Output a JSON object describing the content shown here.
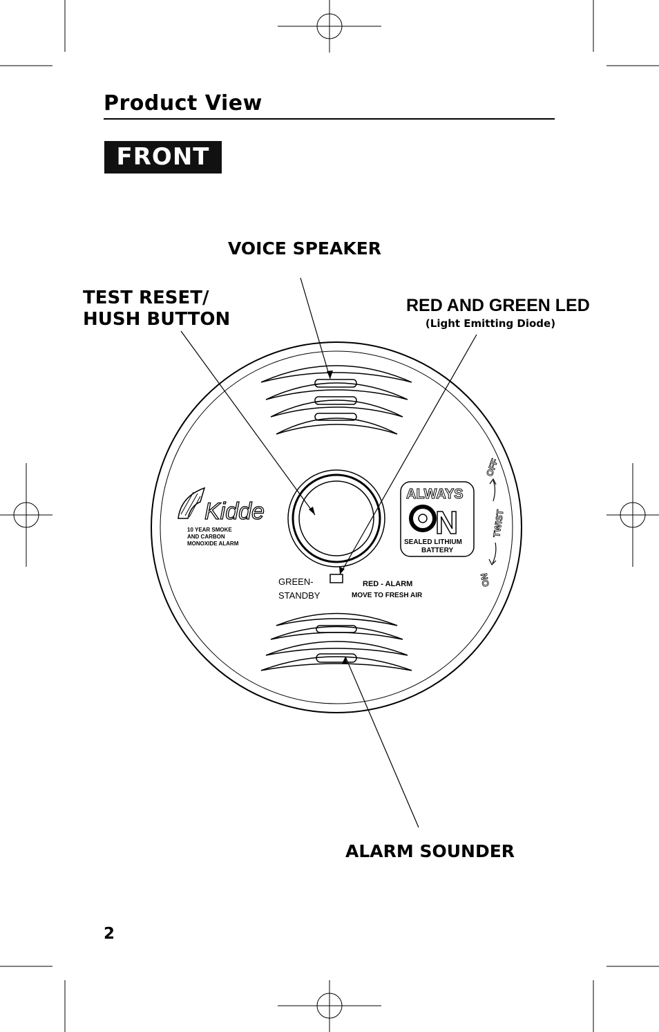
{
  "page": {
    "title": "Product View",
    "badge": "FRONT",
    "page_number": "2"
  },
  "callouts": {
    "voice_speaker": "VOICE SPEAKER",
    "test_reset_line1": "TEST RESET/",
    "test_reset_line2": "HUSH BUTTON",
    "led_title": "RED AND GREEN LED",
    "led_subtitle": "(Light Emitting Diode)",
    "alarm_sounder": "ALARM SOUNDER"
  },
  "device": {
    "brand": "Kidde",
    "model_line1": "10 YEAR SMOKE",
    "model_line2": "AND CARBON",
    "model_line3": "MONOXIDE ALARM",
    "green_line1": "GREEN-",
    "green_line2": "STANDBY",
    "red_line1": "RED - ALARM",
    "red_line2": "MOVE TO FRESH AIR",
    "always": "ALWAYS",
    "on_big": "N",
    "sealed": "SEALED LITHIUM",
    "battery": "BATTERY",
    "twist": "TWIST",
    "off": "OFF",
    "on": "ON"
  }
}
